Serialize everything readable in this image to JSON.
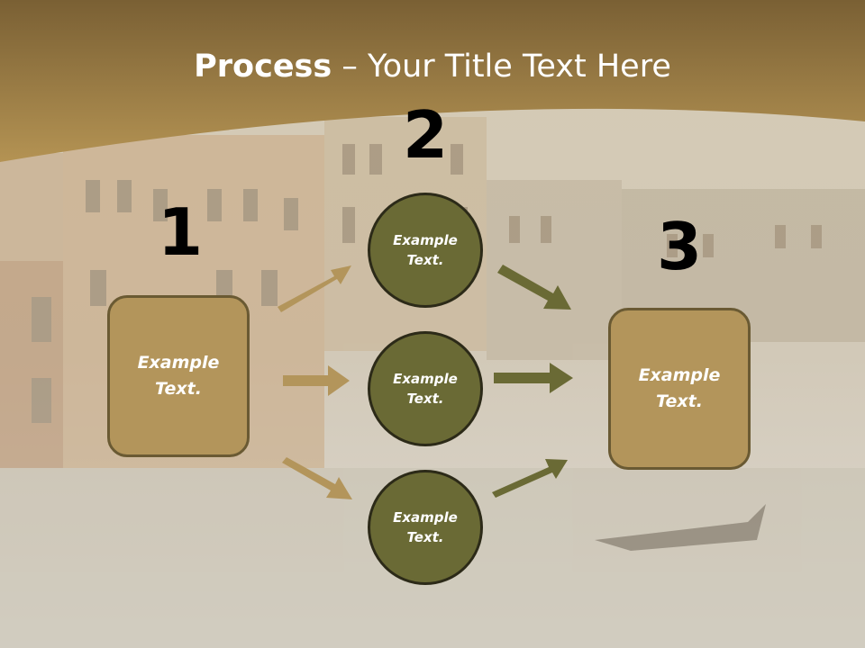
{
  "title": {
    "bold": "Process",
    "regular": " – Your Title Text Here"
  },
  "colors": {
    "header": "#8e6f3c",
    "box_fill": "#b3955b",
    "circle_fill": "#6a6a35",
    "left_arrow": "#b3955b",
    "right_arrow": "#6a6a35"
  },
  "steps": [
    {
      "number": "1",
      "text": "Example\nText."
    },
    {
      "number": "2",
      "items": [
        "Example\nText.",
        "Example\nText.",
        "Example\nText."
      ]
    },
    {
      "number": "3",
      "text": "Example\nText."
    }
  ]
}
